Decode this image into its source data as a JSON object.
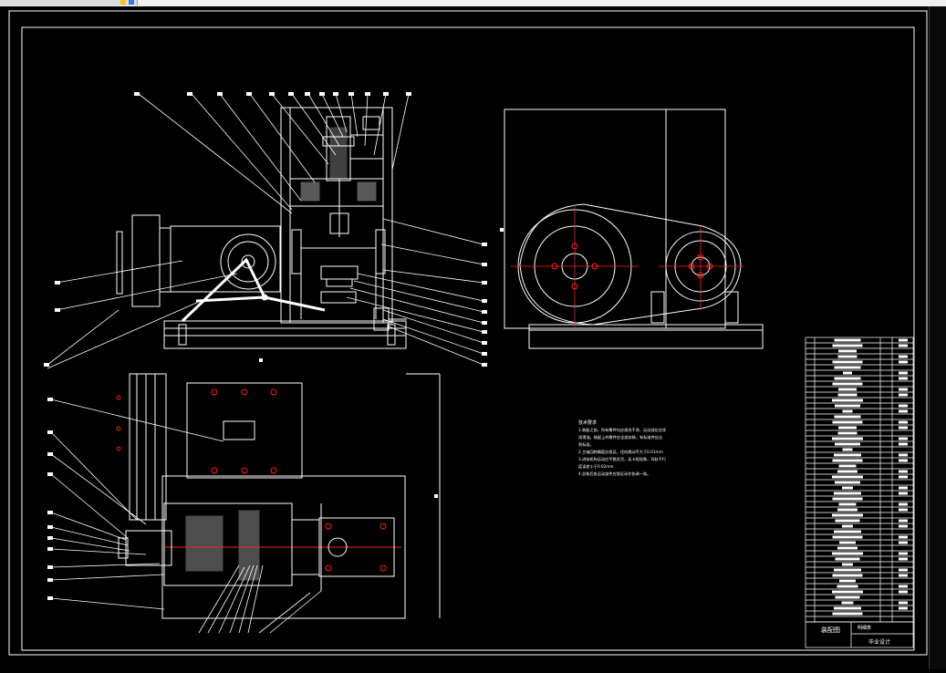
{
  "window": {
    "title": "",
    "background": "#000000"
  },
  "drawing": {
    "line_color": "#ffffff",
    "center_line_color": "#ff2020",
    "title_block": {
      "drawing_name": "装配图",
      "sheet_info": "毕业设计",
      "parts_list_label": "明细表"
    },
    "technical_requirements": {
      "heading": "技术要求",
      "lines": [
        "1.装配之前，所有零件均应清洗干净，运动部位应涂",
        "润滑油。装配上的零件应全部安装，有标准件应达",
        "到标准。",
        "2.主轴回转精度应保证，径向跳动不大于0.01mm",
        "3.进给机构运动应平稳灵活，无卡阻现象，导轨平行",
        "度误差小于0.02mm",
        "4.总装后各运动部件应保证动作协调一致。"
      ]
    }
  }
}
